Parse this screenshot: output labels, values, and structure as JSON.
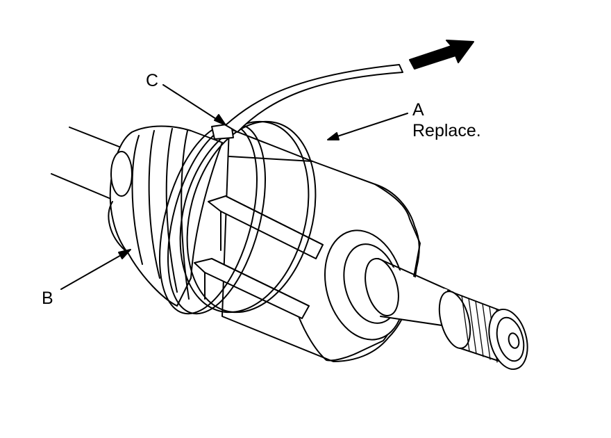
{
  "labels": {
    "a": "A",
    "a_note": "Replace.",
    "b": "B",
    "c": "C"
  },
  "colors": {
    "line": "#000000",
    "fill": "#ffffff"
  }
}
